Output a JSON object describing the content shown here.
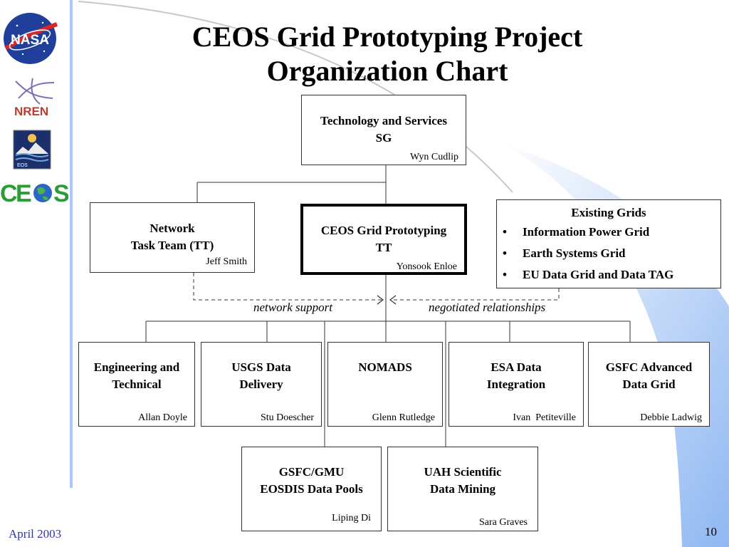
{
  "slide": {
    "title_line1": "CEOS Grid Prototyping Project",
    "title_line2": "Organization Chart",
    "date": "April 2003",
    "page_number": "10"
  },
  "logos": {
    "nasa": "NASA",
    "nren": "NREN",
    "eos": "EOS",
    "ceos": "CEOS"
  },
  "top": {
    "line1": "Technology and Services",
    "line2": "SG",
    "lead": "Wyn Cudlip"
  },
  "network_tt": {
    "line1": "Network",
    "line2": "Task Team (TT)",
    "lead": "Jeff Smith"
  },
  "grid_tt": {
    "line1": "CEOS Grid Prototyping",
    "line2": "TT",
    "lead": "Yonsook Enloe"
  },
  "existing_grids": {
    "heading": "Existing Grids",
    "bullet": "•",
    "items": [
      "Information Power Grid",
      "Earth Systems Grid",
      "EU Data Grid and Data TAG"
    ]
  },
  "connector_labels": {
    "network_support": "network support",
    "negotiated": "negotiated relationships"
  },
  "projects": [
    {
      "line1": "Engineering and",
      "line2": "Technical",
      "lead": "Allan Doyle"
    },
    {
      "line1": "USGS Data",
      "line2": "Delivery",
      "lead": "Stu Doescher"
    },
    {
      "line1": "NOMADS",
      "line2": "",
      "lead": "Glenn Rutledge"
    },
    {
      "line1": "ESA Data",
      "line2": "Integration",
      "lead": "Ivan  Petiteville"
    },
    {
      "line1": "GSFC Advanced",
      "line2": "Data Grid",
      "lead": "Debbie Ladwig"
    },
    {
      "line1": "GSFC/GMU",
      "line2": "EOSDIS Data Pools",
      "lead": "Liping Di"
    },
    {
      "line1": "UAH Scientific",
      "line2": "Data Mining",
      "lead": "Sara Graves"
    }
  ],
  "colors": {
    "accent_blue": "#9fc3f5",
    "swoosh_gray": "#c8c8c8",
    "date_blue": "#3333aa",
    "nasa_blue": "#1f3f9a",
    "nren_red": "#c0392b",
    "ceos_green": "#2e9b3a"
  }
}
